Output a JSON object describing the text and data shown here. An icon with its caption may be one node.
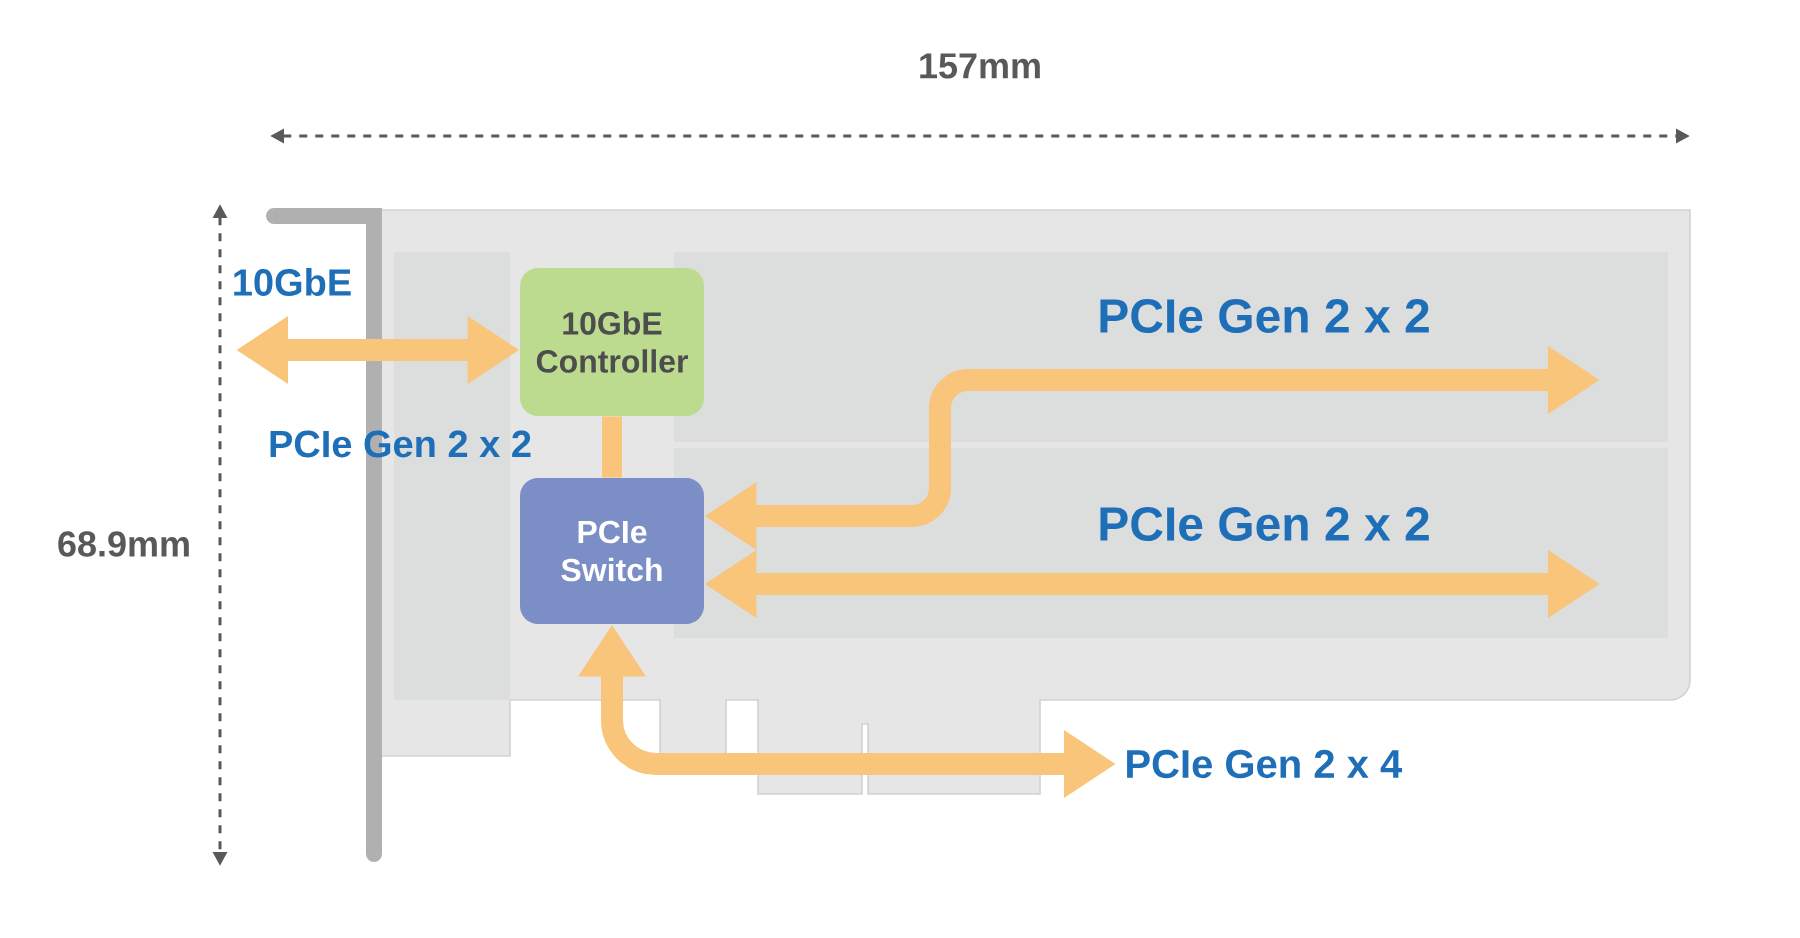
{
  "diagram": {
    "nodes": [
      {
        "text": [
          "10GbE Controller"
        ]
      },
      {
        "text": [
          "PCIe Switch"
        ]
      },
      {
        "text": [
          "PCIe Gen 2 x 4"
        ]
      }
    ],
    "edges": [
      {
        "from": null,
        "to": 0,
        "arrow": "both",
        "label": "10GbE"
      },
      {
        "from": 0,
        "to": 1,
        "arrow": "none",
        "label": "PCIe Gen 2 x 2"
      },
      {
        "from": 1,
        "to": null,
        "arrow": "both",
        "label": "PCIe Gen 2 x 2"
      },
      {
        "from": 1,
        "to": null,
        "arrow": "both",
        "label": "PCIe Gen 2 x 2"
      },
      {
        "from": 1,
        "to": 2,
        "arrow": "both"
      }
    ],
    "labels": [
      "157mm",
      "68.9mm"
    ]
  }
}
